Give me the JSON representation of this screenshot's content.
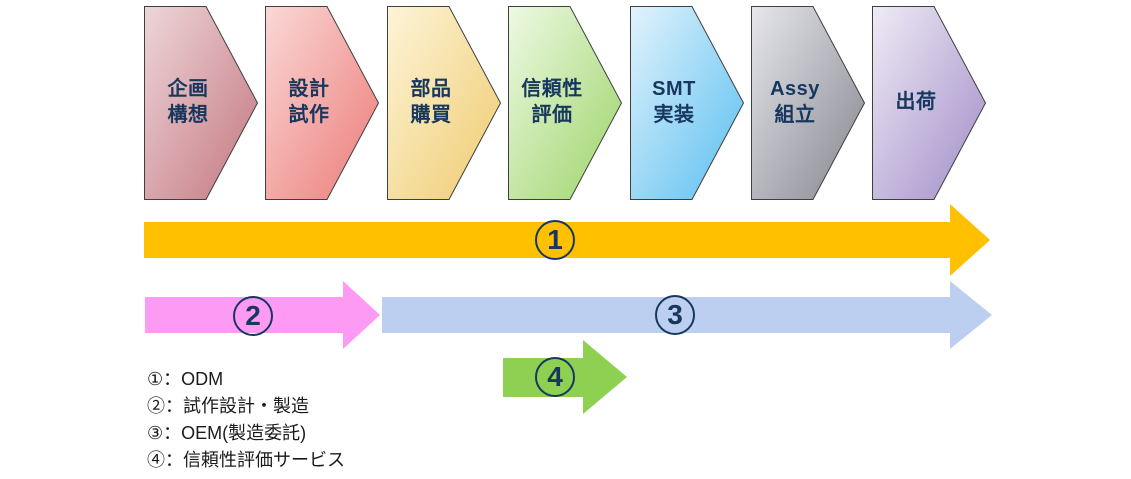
{
  "stages": [
    {
      "label": "企画\n構想",
      "color_light": "#EDD6D9",
      "color_dark": "#C4767F"
    },
    {
      "label": "設計\n試作",
      "color_light": "#FAD8D6",
      "color_dark": "#EC7B78"
    },
    {
      "label": "部品\n購買",
      "color_light": "#FDF4D8",
      "color_dark": "#EFCB6F"
    },
    {
      "label": "信頼性\n評価",
      "color_light": "#EEF9E4",
      "color_dark": "#9CD468"
    },
    {
      "label": "SMT\n実装",
      "color_light": "#E2F3FC",
      "color_dark": "#58BEF0"
    },
    {
      "label": "Assy\n組立",
      "color_light": "#E6E6EC",
      "color_dark": "#85858F"
    },
    {
      "label": "出荷",
      "color_light": "#EFEBF5",
      "color_dark": "#A18CC8"
    }
  ],
  "stage_text_color": "#17375E",
  "stage_outline_color": "#3f3f3f",
  "badge_color": "#17375E",
  "arrows": [
    {
      "number": "1",
      "color": "#FFC000"
    },
    {
      "number": "2",
      "color": "#FC9AF4"
    },
    {
      "number": "3",
      "color": "#BDCFF0"
    },
    {
      "number": "4",
      "color": "#8ED052"
    }
  ],
  "legend": {
    "items": [
      "①：ODM",
      "②：試作設計・製造",
      "③：OEM(製造委託)",
      "④：信頼性評価サービス"
    ]
  }
}
